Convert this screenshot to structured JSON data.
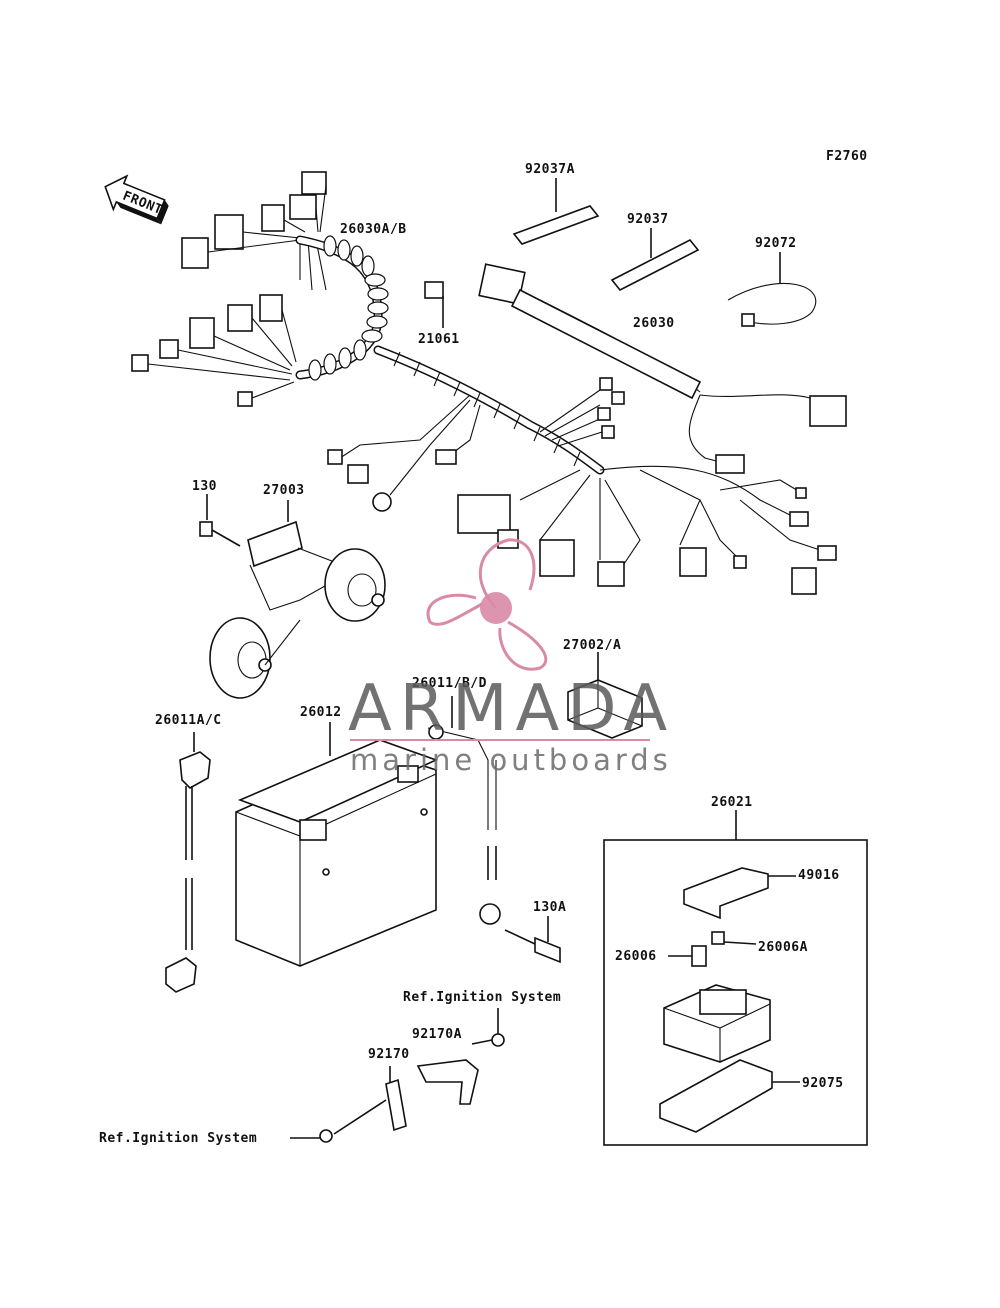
{
  "figure_code": "F2760",
  "front_label": "FRONT",
  "parts": {
    "p92037A": "92037A",
    "p92037": "92037",
    "p92072": "92072",
    "p26030AB": "26030A/B",
    "p21061": "21061",
    "p26030": "26030",
    "p130": "130",
    "p27003": "27003",
    "p27002A": "27002/A",
    "p26011BD": "26011/B/D",
    "p26011AC": "26011A/C",
    "p26012": "26012",
    "p26021": "26021",
    "p49016": "49016",
    "p26006": "26006",
    "p26006A": "26006A",
    "p130A": "130A",
    "p92075": "92075",
    "p92170A": "92170A",
    "p92170": "92170"
  },
  "references": {
    "ignition_1": "Ref.Ignition System",
    "ignition_2": "Ref.Ignition System"
  },
  "watermark": {
    "brand": "ARMADA",
    "tagline": "marine outboards",
    "logo_color": "#d98aa6",
    "text_color": "#5a5a5a"
  }
}
